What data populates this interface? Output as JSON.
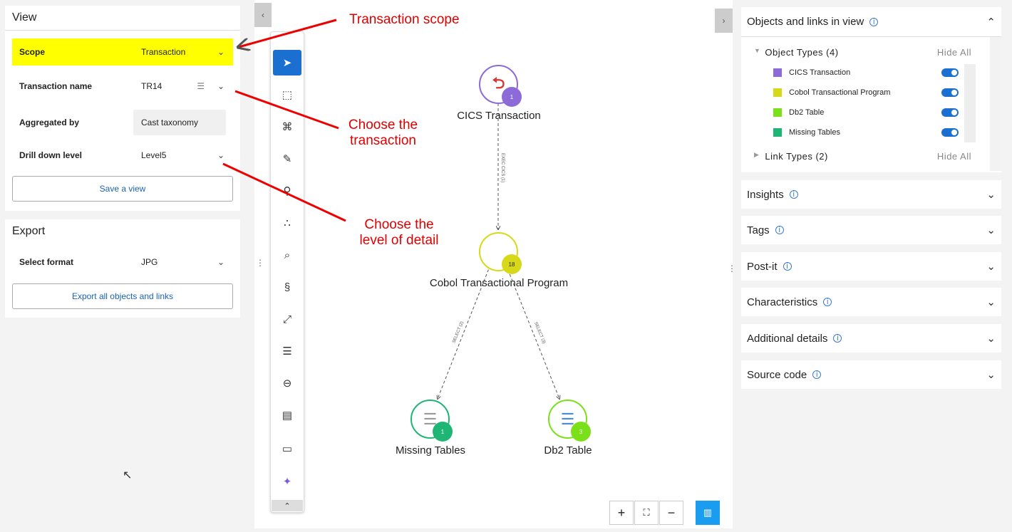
{
  "view": {
    "title": "View",
    "scope_label": "Scope",
    "scope_value": "Transaction",
    "txn_label": "Transaction name",
    "txn_value": "TR14",
    "agg_label": "Aggregated by",
    "agg_value": "Cast taxonomy",
    "drill_label": "Drill down level",
    "drill_value": "Level5",
    "save": "Save a view"
  },
  "export": {
    "title": "Export",
    "format_label": "Select format",
    "format_value": "JPG",
    "button": "Export all objects and links"
  },
  "annotations": [
    "Transaction scope",
    "Choose the transaction",
    "Choose the level of detail"
  ],
  "graph": {
    "nodes": [
      {
        "label": "CICS Transaction",
        "count": "1",
        "color": "#8c6bd8"
      },
      {
        "label": "Cobol Transactional Program",
        "count": "18",
        "color": "#d8d81a"
      },
      {
        "label": "Missing Tables",
        "count": "1",
        "color": "#1fb574"
      },
      {
        "label": "Db2 Table",
        "count": "3",
        "color": "#7ae01a"
      }
    ],
    "edges": [
      "EXEC CICS (1)",
      "SELECT (2)",
      "SELECT (3)"
    ]
  },
  "right": {
    "objects_title": "Objects and links in view",
    "object_types": "Object Types (4)",
    "link_types": "Link Types (2)",
    "hide_all": "Hide All",
    "types": [
      {
        "label": "CICS Transaction",
        "color": "#8c6bd8"
      },
      {
        "label": "Cobol Transactional Program",
        "color": "#d8d81a"
      },
      {
        "label": "Db2 Table",
        "color": "#7ae01a"
      },
      {
        "label": "Missing Tables",
        "color": "#1fb574"
      }
    ],
    "panels": [
      "Insights",
      "Tags",
      "Post-it",
      "Characteristics",
      "Additional details",
      "Source code"
    ]
  },
  "zoom": {
    "plus": "+",
    "minus": "−"
  }
}
